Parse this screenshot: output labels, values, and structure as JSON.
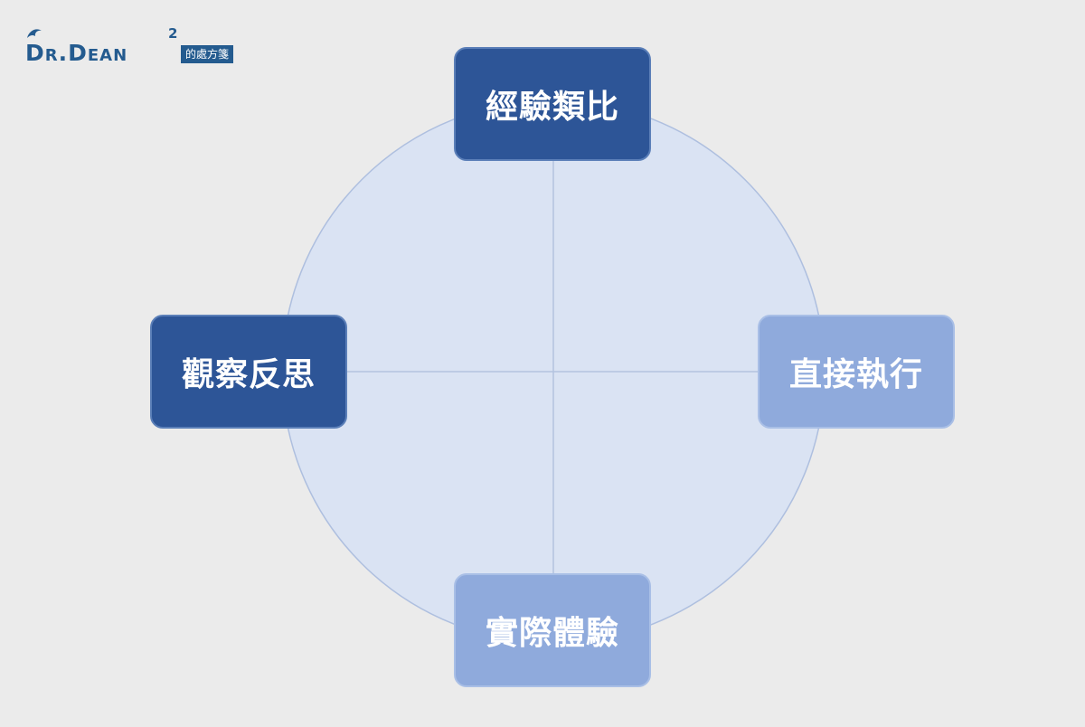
{
  "logo": {
    "text": "Dr.Dean",
    "superscript": "2",
    "tag": "的處方箋",
    "color": "#245b8f"
  },
  "diagram": {
    "circle_fill": "#dae3f3",
    "circle_stroke": "#aebfdf",
    "nodes": {
      "top": {
        "label": "經驗類比",
        "style": "dark",
        "fill": "#2d5597"
      },
      "right": {
        "label": "直接執行",
        "style": "light",
        "fill": "#8faadc"
      },
      "bottom": {
        "label": "實際體驗",
        "style": "light",
        "fill": "#8faadc"
      },
      "left": {
        "label": "觀察反思",
        "style": "dark",
        "fill": "#2d5597"
      }
    }
  }
}
